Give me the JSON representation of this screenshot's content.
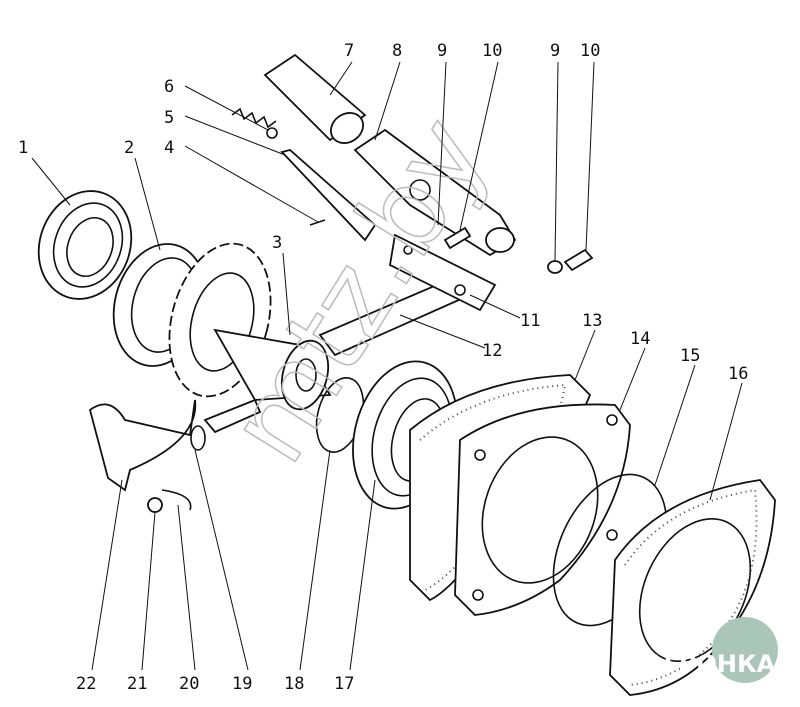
{
  "diagram": {
    "title": "Exploded view of gear shaft assembly",
    "labels": [
      "1",
      "2",
      "3",
      "4",
      "5",
      "6",
      "7",
      "8",
      "9",
      "10",
      "9",
      "10",
      "11",
      "12",
      "13",
      "14",
      "15",
      "16",
      "17",
      "18",
      "19",
      "20",
      "21",
      "22"
    ],
    "watermark": "mtz.by",
    "logo": "АГРОНКА",
    "logo_color": "#a9c6b8"
  }
}
